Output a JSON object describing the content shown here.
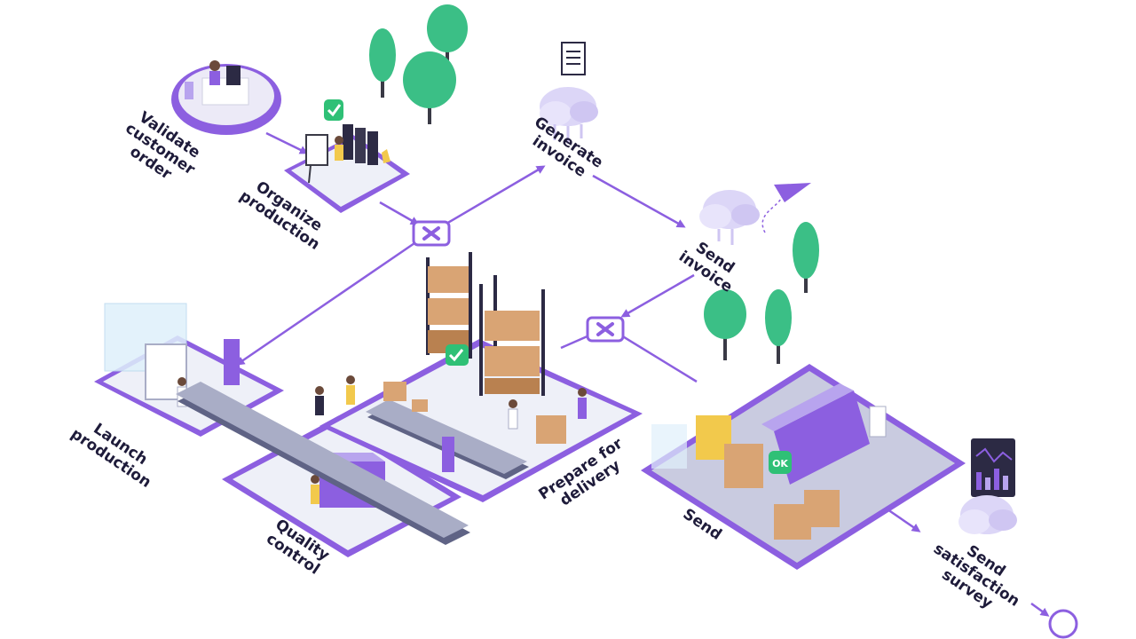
{
  "diagram": {
    "steps": [
      {
        "id": "validate",
        "label": "Validate\ncustomer\norder"
      },
      {
        "id": "organize",
        "label": "Organize\nproduction"
      },
      {
        "id": "generate",
        "label": "Generate\ninvoice"
      },
      {
        "id": "send_invoice",
        "label": "Send\ninvoice"
      },
      {
        "id": "launch",
        "label": "Launch\nproduction"
      },
      {
        "id": "quality",
        "label": "Quality\ncontrol"
      },
      {
        "id": "prepare",
        "label": "Prepare for\ndelivery"
      },
      {
        "id": "send",
        "label": "Send"
      },
      {
        "id": "survey",
        "label": "Send\nsatisfaction\nsurvey"
      }
    ],
    "badges": {
      "ok": "OK"
    },
    "colors": {
      "accent": "#8c5fe0",
      "accent_dark": "#6b3fc9",
      "platform_fill": "#eef0f8",
      "platform_dark": "#a9adc6",
      "box": "#d9a474",
      "box_dark": "#b98150",
      "tree": "#3bbf86",
      "trunk": "#3a3a46",
      "check": "#2fc076",
      "text": "#1e1b3a"
    }
  }
}
